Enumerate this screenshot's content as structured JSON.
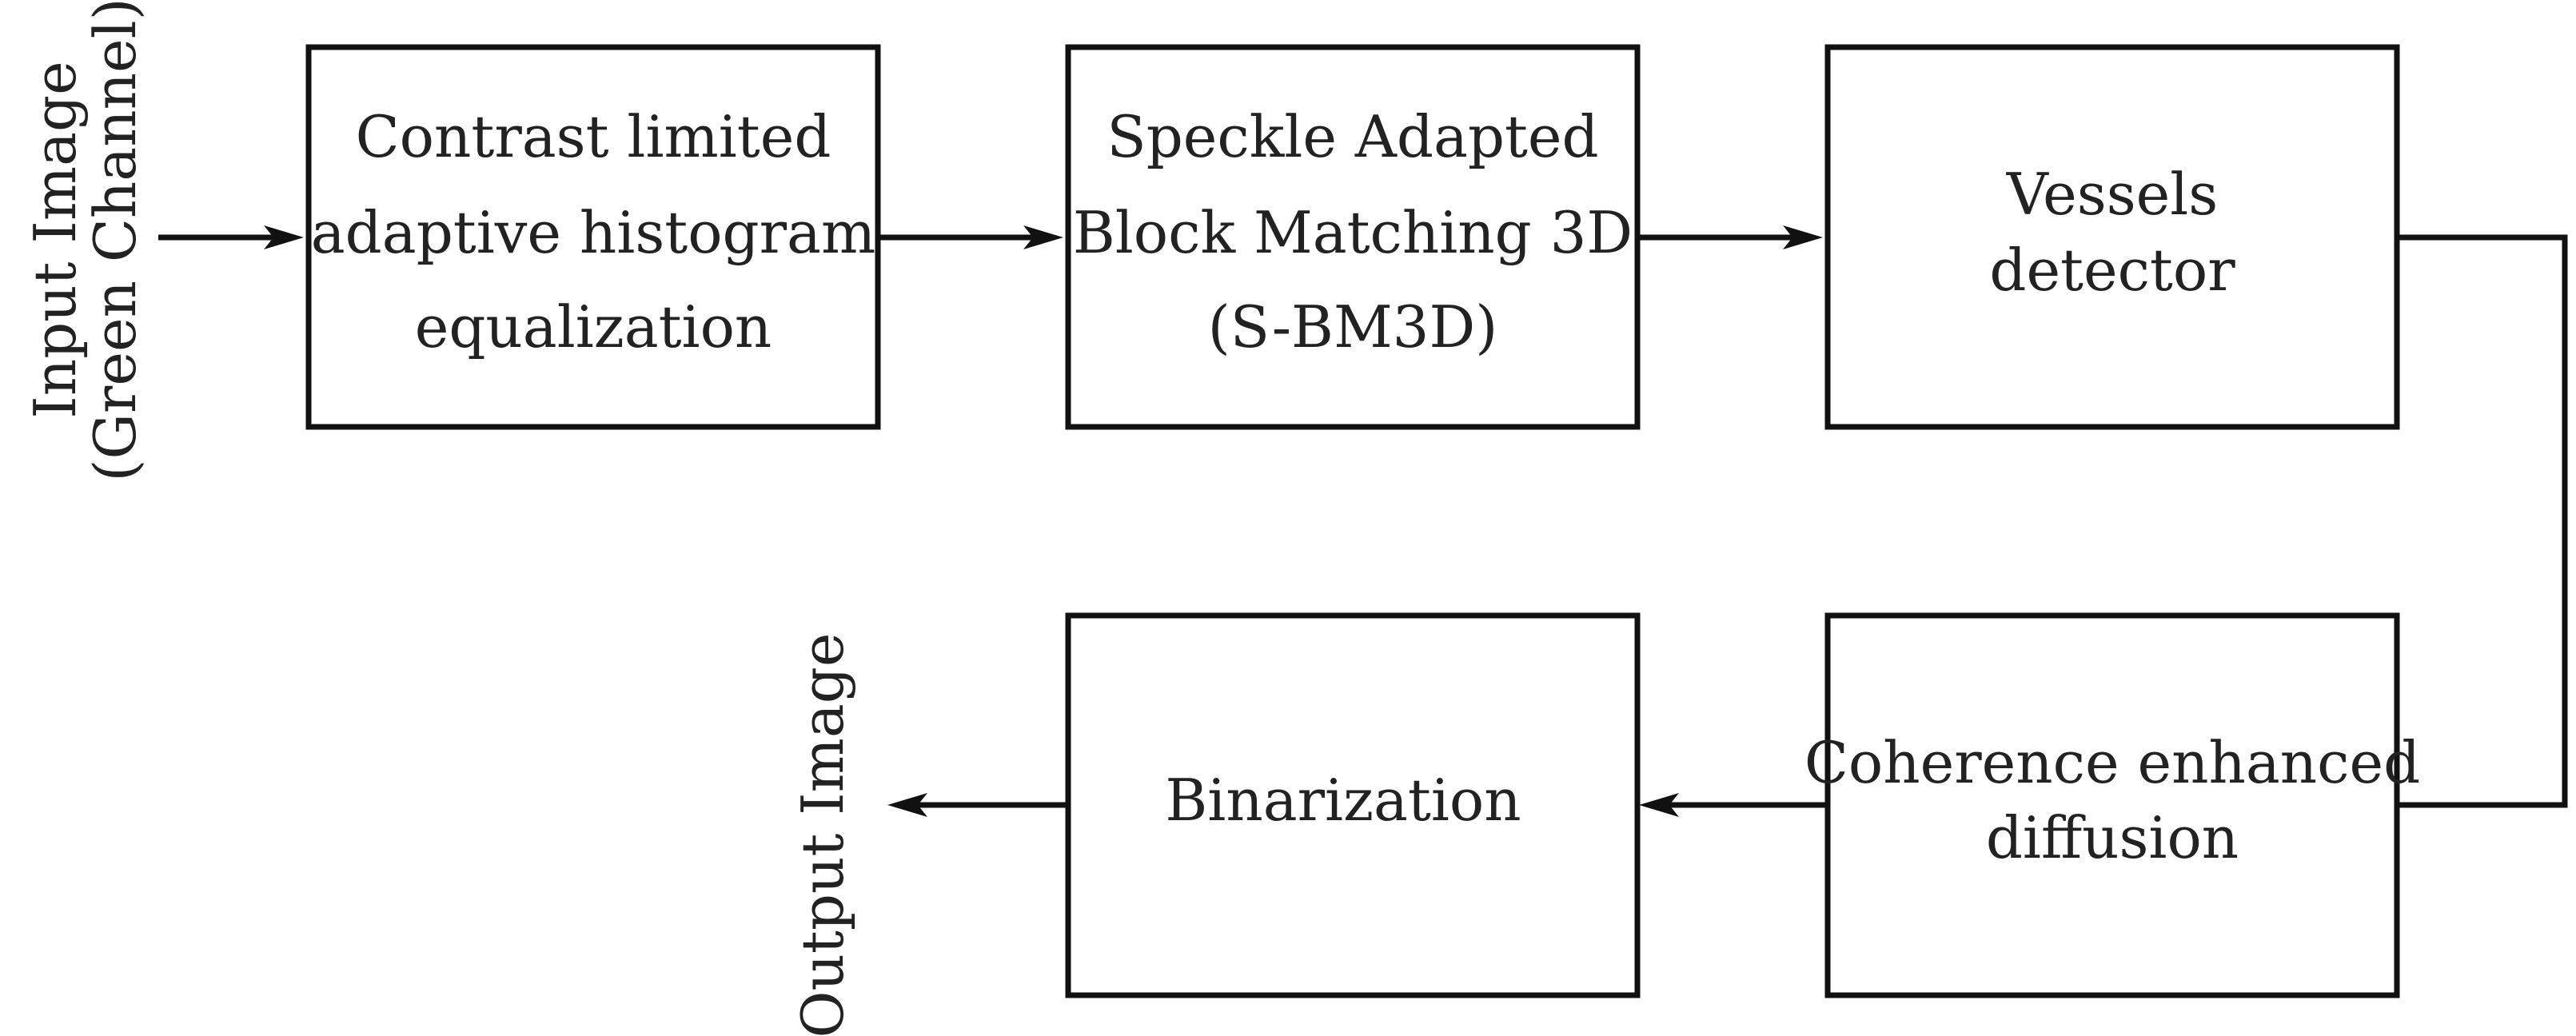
{
  "input_label": {
    "line1": "Input Image",
    "line2": "(Green Channel)"
  },
  "output_label": "Output Image",
  "blocks": {
    "clahe": {
      "line1": "Contrast limited",
      "line2": "adaptive histogram",
      "line3": "equalization"
    },
    "sbm3d": {
      "line1": "Speckle Adapted",
      "line2": "Block Matching 3D",
      "line3": "(S-BM3D)"
    },
    "vessels": {
      "line1": "Vessels",
      "line2": "detector"
    },
    "ced": {
      "line1": "Coherence enhanced",
      "line2": "diffusion"
    },
    "binarization": {
      "line1": "Binarization"
    }
  },
  "colors": {
    "line": "#111111",
    "text": "#222222",
    "background": "#ffffff"
  }
}
